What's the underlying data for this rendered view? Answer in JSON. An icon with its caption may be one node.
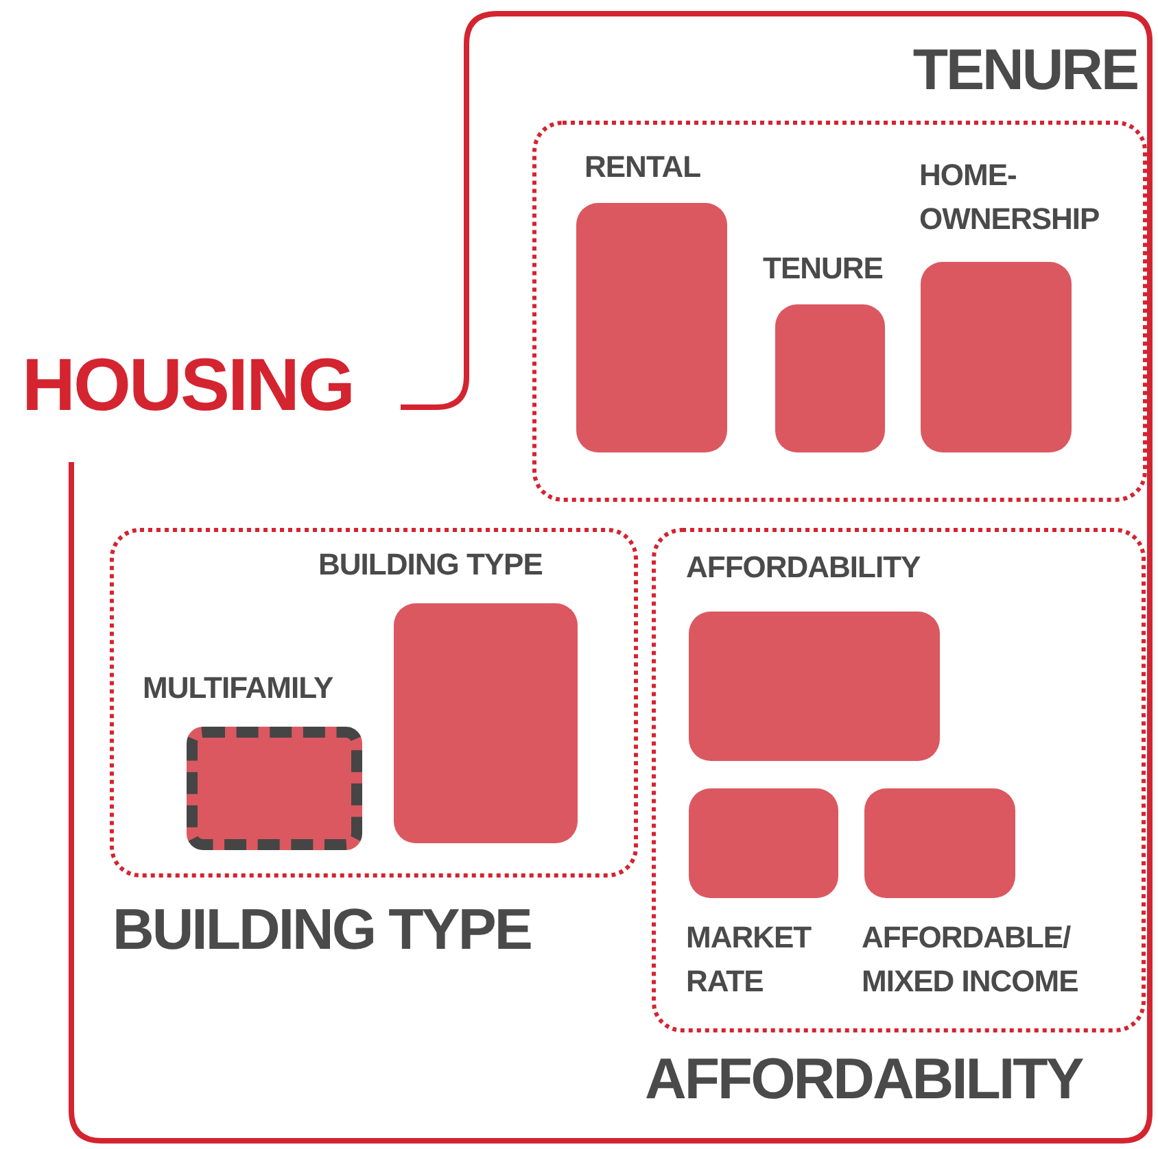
{
  "diagram": {
    "nodes": [
      {
        "text": [
          "HOUSING"
        ]
      },
      {
        "text": [
          "TENURE"
        ],
        "in": 0
      },
      {
        "text": [
          "RENTAL"
        ],
        "in": 1
      },
      {
        "text": [
          "TENURE"
        ],
        "in": 1
      },
      {
        "text": [
          "HOME- OWNERSHIP"
        ],
        "in": 1
      },
      {
        "text": [
          "BUILDING TYPE"
        ],
        "in": 0
      },
      {
        "text": [
          "BUILDING TYPE"
        ],
        "in": 5
      },
      {
        "text": [
          "MULTIFAMILY"
        ],
        "in": 5
      },
      {
        "text": [
          "AFFORDABILITY"
        ],
        "in": 0
      },
      {
        "text": [
          "AFFORDABILITY"
        ],
        "in": 8
      },
      {
        "text": [
          "MARKET RATE"
        ],
        "in": 8
      },
      {
        "text": [
          "AFFORDABLE/ MIXED INCOME"
        ],
        "in": 8
      }
    ]
  }
}
